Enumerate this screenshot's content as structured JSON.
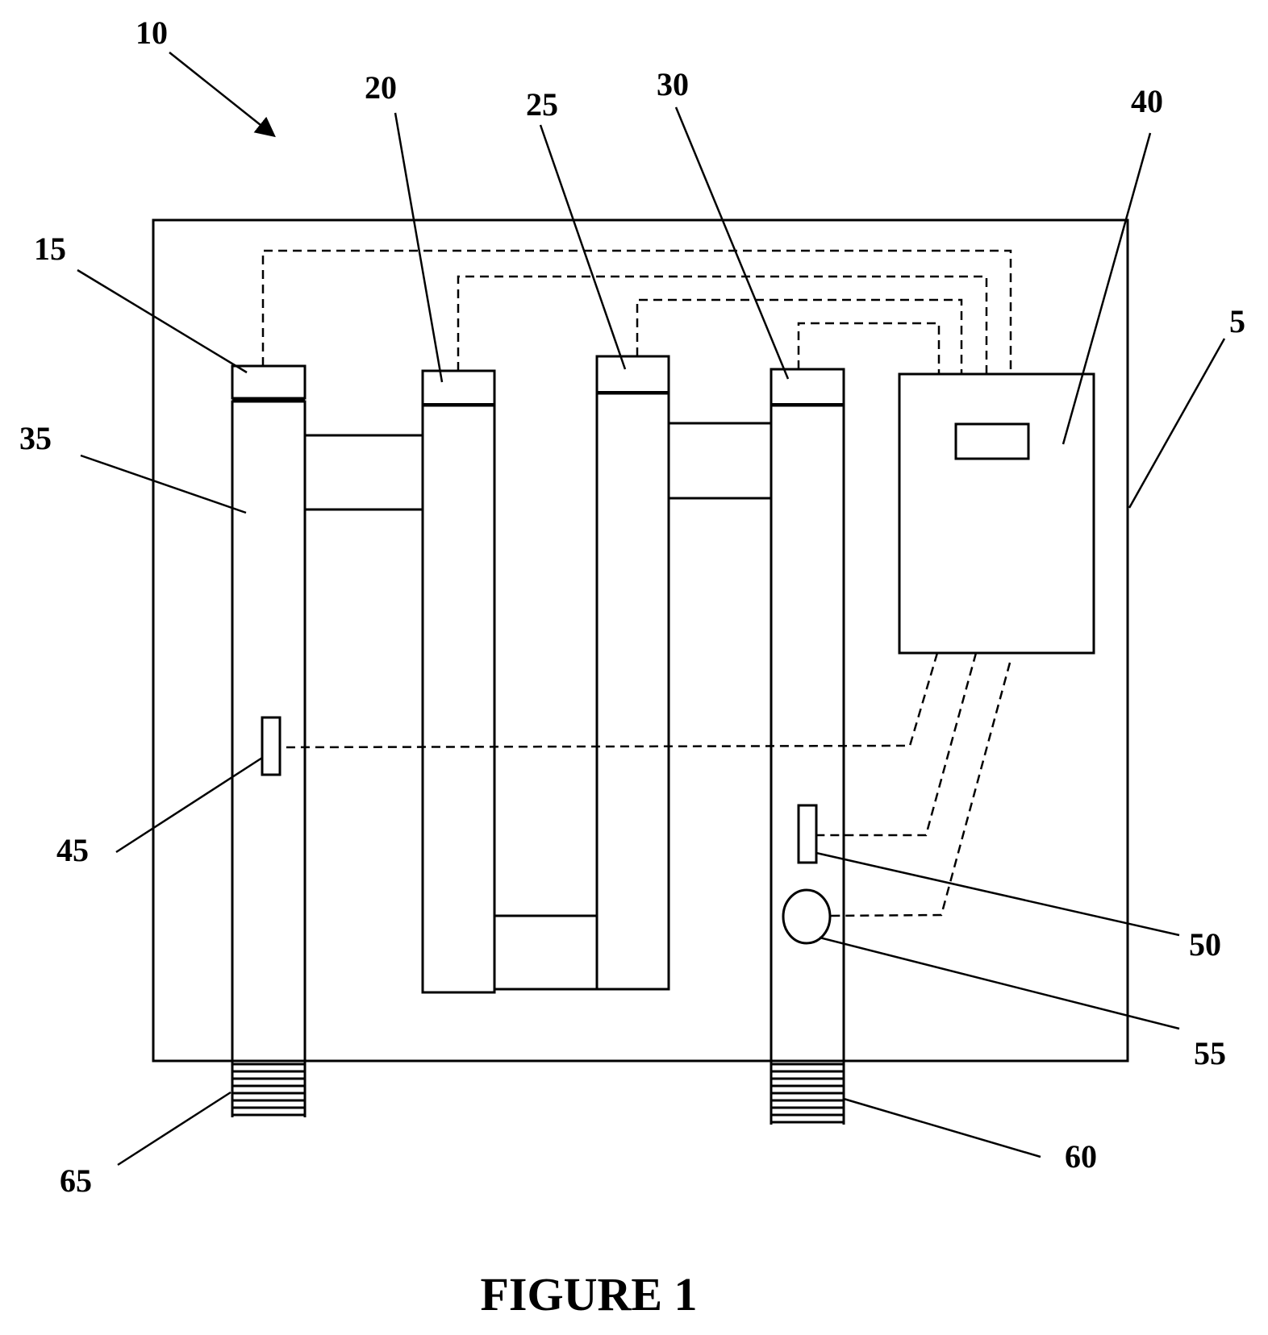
{
  "labels": {
    "system": "10",
    "housing": "5",
    "sensor_head_1": "15",
    "sensor_head_2": "20",
    "sensor_head_3": "25",
    "sensor_head_4": "30",
    "first_column": "35",
    "controller": "40",
    "sensor_45": "45",
    "sensor_50": "50",
    "sensor_55": "55",
    "outlet_60": "60",
    "inlet_65": "65"
  },
  "caption": "FIGURE 1"
}
